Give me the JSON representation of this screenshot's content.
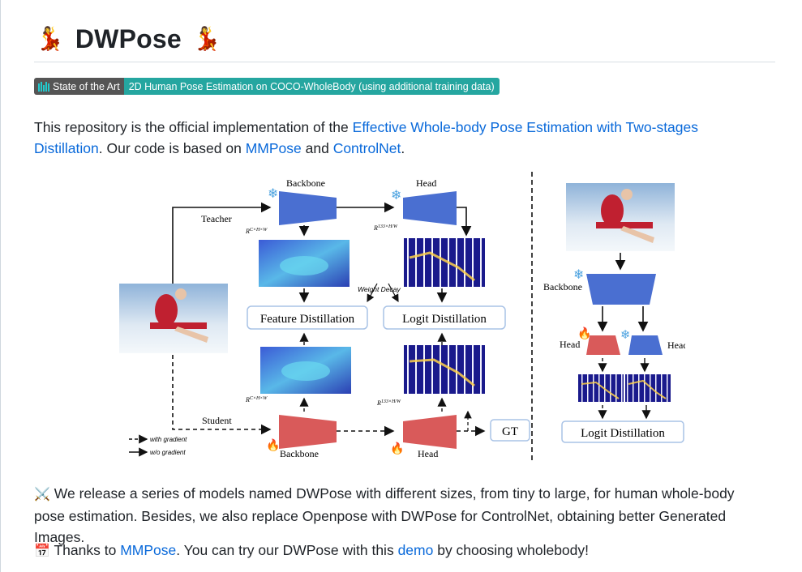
{
  "page": {
    "title": "DWPose",
    "title_emoji": "💃"
  },
  "badge": {
    "left_label": "State of the Art",
    "right_label": "2D Human Pose Estimation on COCO-WholeBody (using additional training data)"
  },
  "intro": {
    "text1": "This repository is the official implementation of the ",
    "link1": "Effective Whole-body Pose Estimation with Two-stages Distillation",
    "text2": ". Our code is based on ",
    "link2": "MMPose",
    "text3": " and ",
    "link3": "ControlNet",
    "text4": "."
  },
  "figure": {
    "labels": {
      "backbone_top": "Backbone",
      "head_top": "Head",
      "teacher": "Teacher",
      "feat_dim_top": "R",
      "feat_dim_top_sup": "C×H×W",
      "logit_dim_top": "R",
      "logit_dim_top_sup": "133×H/W",
      "weight_decay": "Weight Decay",
      "feature_distillation": "Feature Distillation",
      "logit_distillation": "Logit Distillation",
      "feat_dim_bottom": "R",
      "feat_dim_bottom_sup": "C×H×W",
      "logit_dim_bottom": "R",
      "logit_dim_bottom_sup": "133×H/W",
      "student": "Student",
      "gt": "GT",
      "legend_with_gradient": "with gradient",
      "legend_without_gradient": "w/o gradient",
      "backbone_bottom": "Backbone",
      "head_bottom": "Head",
      "right_backbone": "Backbone",
      "right_head_left": "Head",
      "right_head_right": "Head",
      "right_logit_distillation": "Logit Distillation"
    },
    "icons": {
      "frozen": "snowflake-icon",
      "trainable": "flame-icon"
    },
    "colors": {
      "teacher_block": "#4a6fd1",
      "student_block": "#d95a5a",
      "heatmap_bg": "#1a1a8c"
    }
  },
  "release": {
    "icon": "⚔️",
    "text": "We release a series of models named DWPose with different sizes, from tiny to large, for human whole-body pose estimation. Besides, we also replace Openpose with DWPose for ControlNet, obtaining better Generated Images."
  },
  "thanks": {
    "icon": "📅",
    "text1": "Thanks to ",
    "link1": "MMPose",
    "text2": ". You can try our DWPose with this ",
    "link2": "demo",
    "text3": " by choosing wholebody!"
  }
}
